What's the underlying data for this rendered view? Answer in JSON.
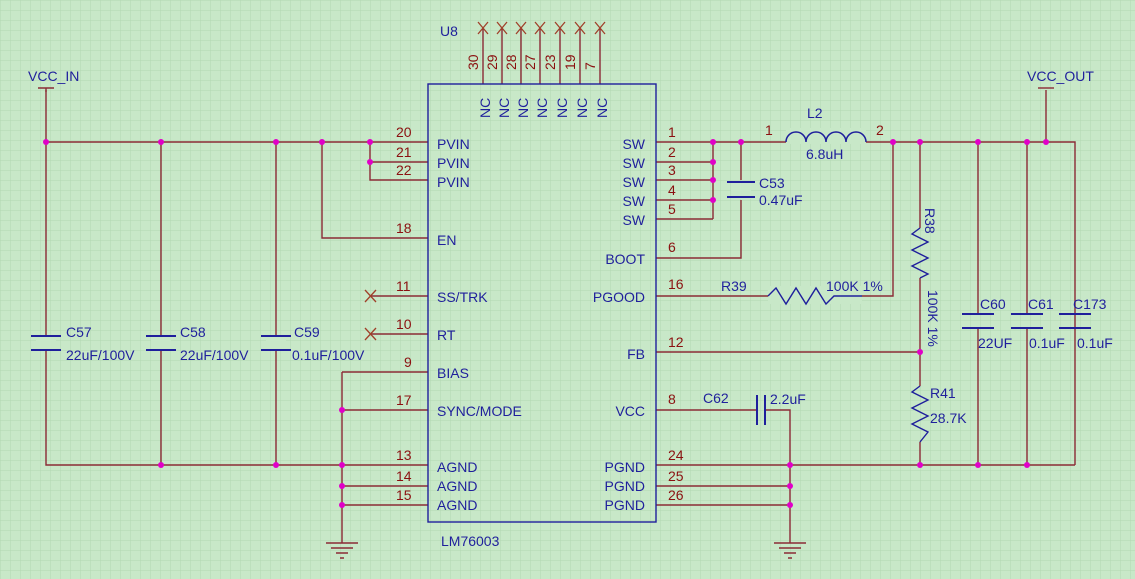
{
  "colors": {
    "background": "#c8e8c8",
    "grid": "#b2d8b2",
    "wire": "#8b2a35",
    "junction": "#e000c8",
    "label": "#1f1f9c",
    "pin_number": "#8b1010",
    "nc_mark": "#a0402a"
  },
  "ic": {
    "refdes": "U8",
    "part": "LM76003",
    "nc_pins": [
      {
        "num": "30",
        "name": "NC"
      },
      {
        "num": "29",
        "name": "NC"
      },
      {
        "num": "28",
        "name": "NC"
      },
      {
        "num": "27",
        "name": "NC"
      },
      {
        "num": "23",
        "name": "NC"
      },
      {
        "num": "19",
        "name": "NC"
      },
      {
        "num": "7",
        "name": "NC"
      }
    ],
    "left_pins": [
      {
        "num": "20",
        "name": "PVIN"
      },
      {
        "num": "21",
        "name": "PVIN"
      },
      {
        "num": "22",
        "name": "PVIN"
      },
      {
        "num": "18",
        "name": "EN"
      },
      {
        "num": "11",
        "name": "SS/TRK"
      },
      {
        "num": "10",
        "name": "RT"
      },
      {
        "num": "9",
        "name": "BIAS"
      },
      {
        "num": "17",
        "name": "SYNC/MODE"
      },
      {
        "num": "13",
        "name": "AGND"
      },
      {
        "num": "14",
        "name": "AGND"
      },
      {
        "num": "15",
        "name": "AGND"
      }
    ],
    "right_pins": [
      {
        "num": "1",
        "name": "SW"
      },
      {
        "num": "2",
        "name": "SW"
      },
      {
        "num": "3",
        "name": "SW"
      },
      {
        "num": "4",
        "name": "SW"
      },
      {
        "num": "5",
        "name": "SW"
      },
      {
        "num": "6",
        "name": "BOOT"
      },
      {
        "num": "16",
        "name": "PGOOD"
      },
      {
        "num": "12",
        "name": "FB"
      },
      {
        "num": "8",
        "name": "VCC"
      },
      {
        "num": "24",
        "name": "PGND"
      },
      {
        "num": "25",
        "name": "PGND"
      },
      {
        "num": "26",
        "name": "PGND"
      }
    ]
  },
  "nets": {
    "vcc_in": "VCC_IN",
    "vcc_out": "VCC_OUT"
  },
  "components": {
    "c57": {
      "ref": "C57",
      "value": "22uF/100V"
    },
    "c58": {
      "ref": "C58",
      "value": "22uF/100V"
    },
    "c59": {
      "ref": "C59",
      "value": "0.1uF/100V"
    },
    "l2": {
      "ref": "L2",
      "value": "6.8uH",
      "pin1": "1",
      "pin2": "2"
    },
    "c53": {
      "ref": "C53",
      "value": "0.47uF"
    },
    "r39": {
      "ref": "R39",
      "value": "100K 1%"
    },
    "r38": {
      "ref": "R38",
      "value": "100K 1%"
    },
    "r41": {
      "ref": "R41",
      "value": "28.7K"
    },
    "c62": {
      "ref": "C62",
      "value": "2.2uF"
    },
    "c60": {
      "ref": "C60",
      "value": "22UF"
    },
    "c61": {
      "ref": "C61",
      "value": "0.1uF"
    },
    "c173": {
      "ref": "C173",
      "value": "0.1uF"
    }
  }
}
